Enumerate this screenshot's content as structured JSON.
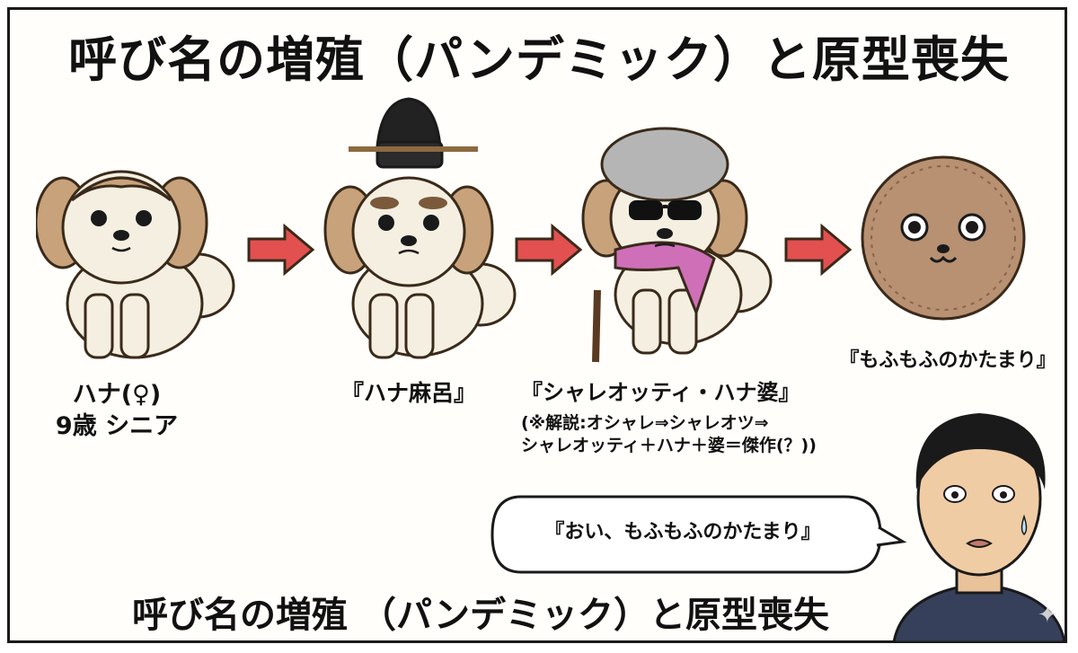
{
  "title": "呼び名の増殖（パンデミック）と原型喪失",
  "stages": [
    {
      "caption_line1": "ハナ(♀)",
      "caption_line2": "9歳 シニア"
    },
    {
      "caption_line1": "『ハナ麻呂』"
    },
    {
      "caption_line1": "『シャレオッティ・ハナ婆』",
      "note_line1": "(※解説:オシャレ⇒シャレオツ⇒",
      "note_line2": "シャレオッティ＋ハナ＋婆＝傑作(？))"
    },
    {
      "caption_line1": "『もふもふのかたまり』"
    }
  ],
  "speech_bubble": "『おい、もふもふのかたまり』",
  "bottom_title": "呼び名の増殖 （パンデミック）と原型喪失",
  "colors": {
    "arrow": "#e25050",
    "dog_fur": "#c8a27a",
    "dog_body": "#f5efe2",
    "fluff": "#b89072",
    "scarf": "#cf6fb8",
    "shirt": "#36405a"
  }
}
